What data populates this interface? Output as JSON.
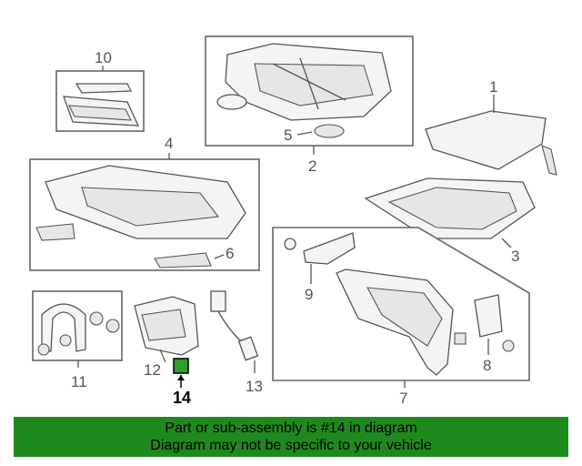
{
  "diagram": {
    "callouts": {
      "c1": "1",
      "c2": "2",
      "c3": "3",
      "c4": "4",
      "c5": "5",
      "c6": "6",
      "c7": "7",
      "c8": "8",
      "c9": "9",
      "c10": "10",
      "c11": "11",
      "c12": "12",
      "c13": "13",
      "c14": "14"
    },
    "highlighted_part": "14",
    "highlight_color": "#2e9e2e"
  },
  "banner": {
    "line1": "Part or sub-assembly is #14 in diagram",
    "line2": "Diagram may not be specific to your vehicle",
    "color": "#1e8a1e"
  }
}
